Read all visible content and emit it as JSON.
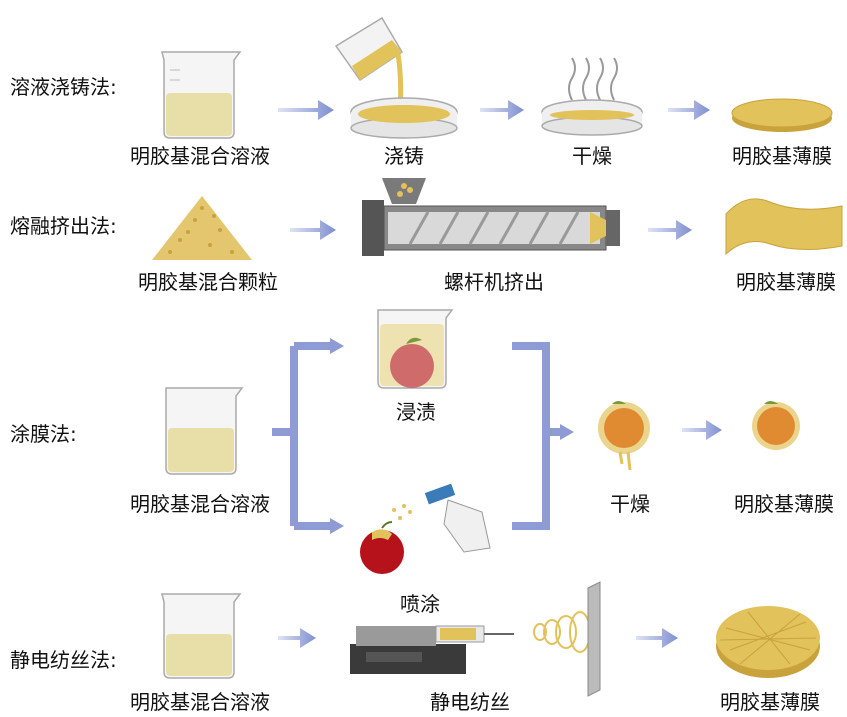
{
  "colors": {
    "arrow": "#8e9bd4",
    "liquid": "#e8dfa8",
    "gelatin": "#e2c25a",
    "gelatin_dark": "#c9a23c",
    "apple_red": "#b5121b",
    "apple_orange": "#e08a32",
    "glass": "#f4f4f4"
  },
  "rows": {
    "casting": {
      "method": "溶液浇铸法:",
      "steps": [
        "明胶基混合溶液",
        "浇铸",
        "干燥",
        "明胶基薄膜"
      ]
    },
    "melt": {
      "method": "熔融挤出法:",
      "steps": [
        "明胶基混合颗粒",
        "螺杆机挤出",
        "明胶基薄膜"
      ]
    },
    "coating": {
      "method": "涂膜法:",
      "steps": [
        "明胶基混合溶液",
        "浸渍",
        "喷涂",
        "干燥",
        "明胶基薄膜"
      ]
    },
    "electrospin": {
      "method": "静电纺丝法:",
      "steps": [
        "明胶基混合溶液",
        "静电纺丝",
        "明胶基薄膜"
      ]
    }
  }
}
